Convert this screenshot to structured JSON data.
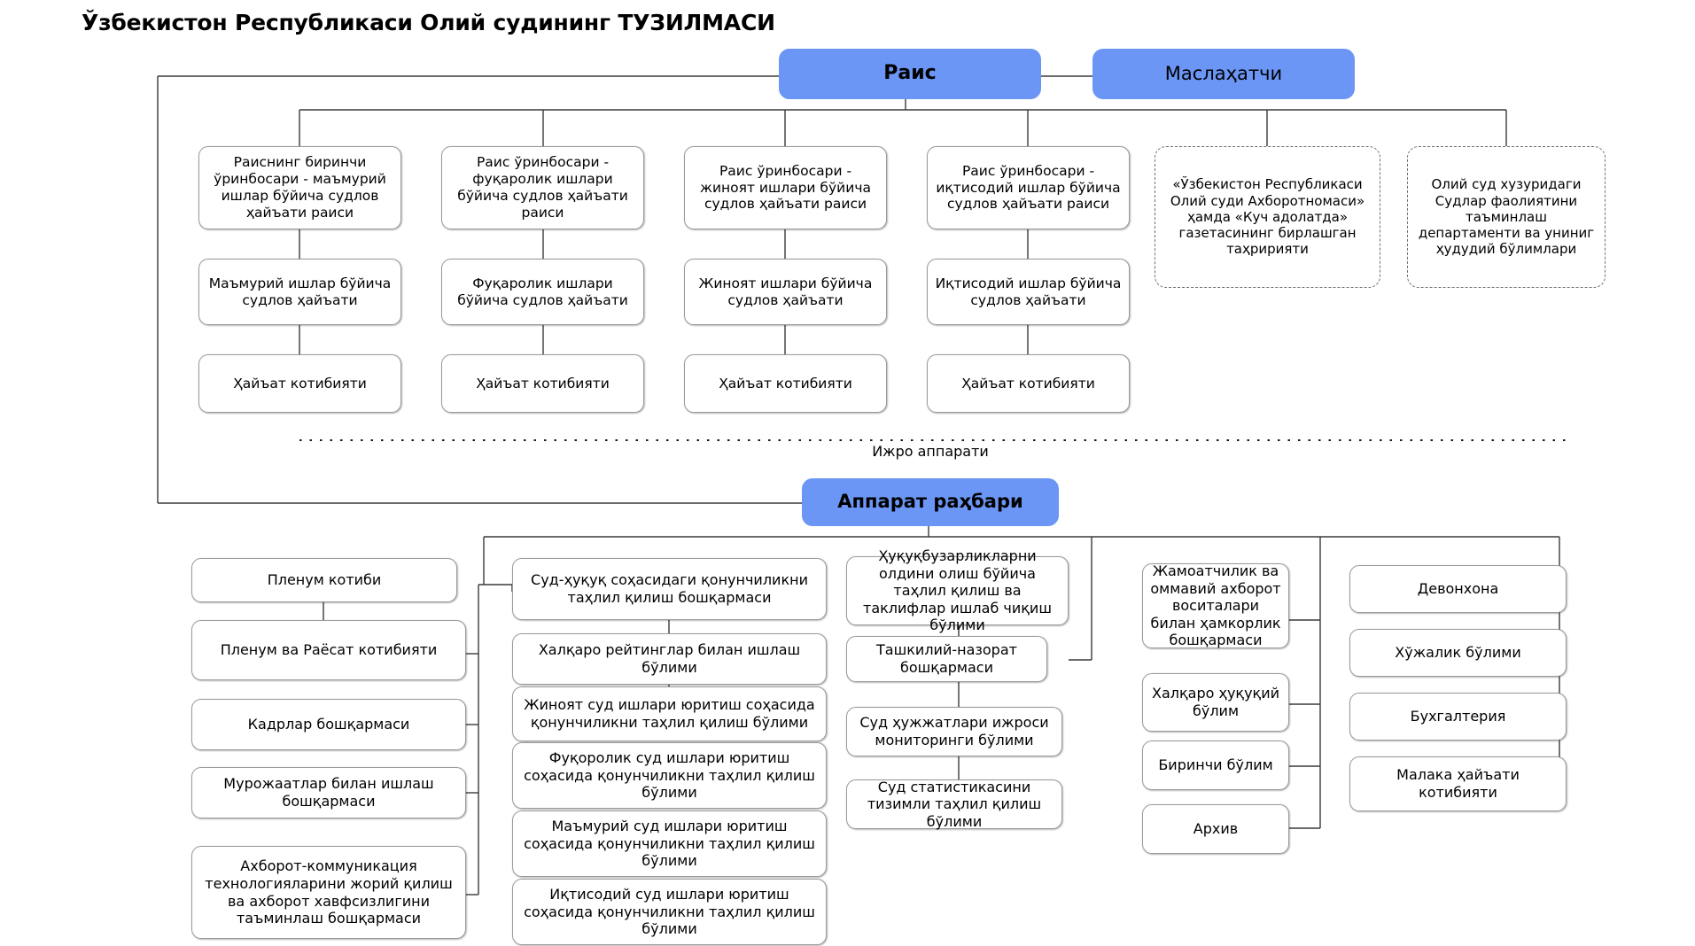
{
  "diagram": {
    "title": "Ўзбекистон Республикаси Олий судининг ТУЗИЛМАСИ",
    "colors": {
      "accent_blue": "#6b96f5",
      "box_border": "#9a9a9a",
      "dashed_border": "#6e6e6e",
      "connector": "#3a3a3a",
      "background": "#ffffff"
    },
    "section_label": "Ижро аппарати",
    "top": {
      "chair": "Раис",
      "advisor": "Маслаҳатчи",
      "apparatus_head": "Аппарат раҳбари"
    },
    "deputies": [
      "Раиснинг биринчи ўринбосари - маъмурий ишлар бўйича судлов ҳайъати раиси",
      "Раис ўринбосари - фуқаролик ишлари бўйича судлов ҳайъати раиси",
      "Раис ўринбосари - жиноят ишлари бўйича судлов ҳайъати раиси",
      "Раис ўринбосари - иқтисодий ишлар бўйича судлов ҳайъати раиси"
    ],
    "boards": [
      "Маъмурий ишлар бўйича судлов ҳайъати",
      "Фуқаролик ишлари бўйича судлов ҳайъати",
      "Жиноят ишлари бўйича судлов ҳайъати",
      "Иқтисодий ишлар бўйича судлов ҳайъати"
    ],
    "secretariats": [
      "Ҳайъат котибияти",
      "Ҳайъат котибияти",
      "Ҳайъат котибияти",
      "Ҳайъат котибияти"
    ],
    "dashed_units": [
      "«Ўзбекистон Республикаси Олий суди Ахборотномаси» ҳамда «Куч адолатда» газетасининг бирлашган таҳририяти",
      "Олий суд хузуридаги Судлар фаолиятини таъминлаш департаменти ва униниг ҳудудий бўлимлари"
    ],
    "column_1": [
      "Пленум  котиби",
      "Пленум  ва Раёсат котибияти",
      "Кадрлар бошқармаси",
      "Мурожаатлар билан ишлаш бошқармаси",
      "Ахборот-коммуникация технологияларини жорий қилиш ва ахборот хавфсизлигини таъминлаш бошқармаси"
    ],
    "column_2": [
      "Суд-ҳуқуқ соҳасидаги қонунчиликни таҳлил қилиш бошқармаси",
      "Халқаро рейтинглар билан ишлаш бўлими",
      "Жиноят суд ишлари юритиш соҳасида қонунчиликни таҳлил қилиш бўлими",
      "Фуқоролик суд ишлари юритиш соҳасида қонунчиликни таҳлил қилиш бўлими",
      "Маъмурий суд ишлари юритиш соҳасида қонунчиликни таҳлил қилиш бўлими",
      "Иқтисодий суд ишлари юритиш соҳасида қонунчиликни таҳлил қилиш бўлими"
    ],
    "column_3": [
      "Ҳуқуқбузарликларни олдини олиш бўйича таҳлил қилиш ва таклифлар ишлаб чиқиш бўлими",
      "Ташкилий-назорат бошқармаси",
      "Суд ҳужжатлари ижроси мониторинги бўлими",
      "Суд статистикасини тизимли таҳлил қилиш бўлими"
    ],
    "column_4": [
      "Жамоатчилик ва оммавий ахборот воситалари билан ҳамкорлик бошқармаси",
      "Халқаро ҳуқуқий бўлим",
      "Биринчи бўлим",
      "Архив"
    ],
    "column_5": [
      "Девонхона",
      "Хўжалик бўлими",
      "Бухгалтерия",
      "Малака ҳайъати котибияти"
    ]
  }
}
